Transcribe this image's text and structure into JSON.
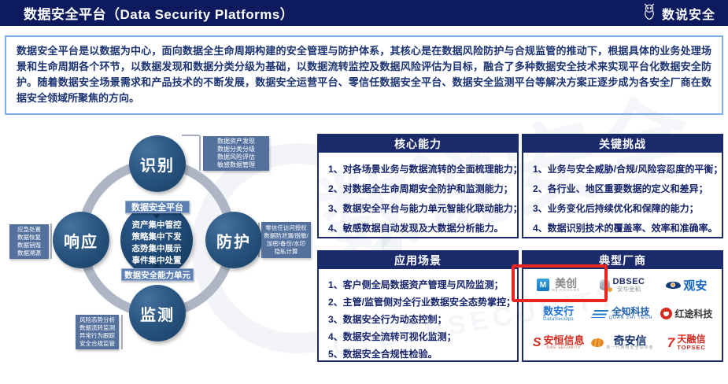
{
  "header": {
    "title": "数据安全平台（Data Security Platforms）",
    "brand": "数说安全"
  },
  "intro": "数据安全平台是以数据为中心，面向数据全生命周期构建的安全管理与防护体系，其核心是在数据风险防护与合规监管的推动下，根据具体的业务处理场景和生命周期各个环节，以数据发现和数据分类分级为基础，以数据流转监控及数据风险评估为目标，融合了多种数据安全技术来实现平台化数据安全防护。随着数据安全场景需求和产品技术的不断发展，数据安全运营平台、零信任数据安全平台、数据安全监测平台等解决方案正逐步成为各安全厂商在数据安全领域所聚焦的方向。",
  "diagram": {
    "nodes": {
      "top": "识别",
      "right": "防护",
      "bottom": "监测",
      "left": "响应"
    },
    "center": {
      "platform_label": "数据安全平台",
      "items": [
        "资产集中管控",
        "策略集中下发",
        "态势集中展示",
        "事件集中处置"
      ],
      "unit_label": "数据安全能力单元"
    },
    "callouts": {
      "identify": [
        "数据资产发现",
        "数据分类分级",
        "数据风险评估",
        "敏感数据管理"
      ],
      "protect": [
        "零信任访问授权",
        "数据防泄漏/脱敏/",
        "加密/备份/水印",
        "隐私计算"
      ],
      "respond": [
        "应急处置",
        "数据恢复",
        "数据销毁",
        "数据溯源"
      ],
      "monitor": [
        "风险态势分析",
        "数据流转监测",
        "异常行为跟踪",
        "安全合规监管"
      ]
    }
  },
  "panels": {
    "core": {
      "title": "核心能力",
      "items": [
        "1、对各场景业务与数据流转的全面梳理能力；",
        "2、对数据全生命周期安全防护和监测能力；",
        "3、数据安全平台与能力单元智能化联动能力；",
        "4、敏感数据自动发现及大数据分析能力。"
      ]
    },
    "challenges": {
      "title": "关键挑战",
      "items": [
        "1、业务与安全威胁/合规/风险容忍度的平衡；",
        "2、各行业、地区重要数据的定义和差异；",
        "3、业务变化后持续优化和保障的能力；",
        "4、数据识别技术的覆盖率、效率和准确率。"
      ]
    },
    "scenarios": {
      "title": "应用场景",
      "items": [
        "1、客户侧全局数据资产管理与风险监测；",
        "2、主管/监管侧对全行业数据安全态势掌控；",
        "3、数据安全行为动态控制；",
        "4、数据安全流转可视化监测；",
        "5、数据安全合规性检验。"
      ]
    },
    "vendors": {
      "title": "典型厂商",
      "logos": [
        {
          "name": "美创",
          "sub": "MEICHUANG"
        },
        {
          "name": "DBSEC",
          "sub": "安华金和"
        },
        {
          "name": "观安",
          "sub": ""
        },
        {
          "name": "数安行",
          "sub": "DataSecOps"
        },
        {
          "name": "全知科技",
          "sub": "QUAN ZHI TECH"
        },
        {
          "name": "红途科技",
          "sub": ""
        },
        {
          "name": "安恒信息",
          "sub": "DAS-SECURITY"
        },
        {
          "name": "奇安信",
          "sub": "新一代网络安全领导者"
        },
        {
          "name": "天融信",
          "sub": "TOPSEC"
        }
      ]
    }
  },
  "watermark": {
    "cn": "数说安全",
    "en": "CYBERSECURITY"
  },
  "colors": {
    "header_bg": "#0d1b5e",
    "panel_navy": "#1b2a6b",
    "callout_blue": "#54719e",
    "node_blue": "#1b4878",
    "ring_gray": "#aeb6c6",
    "intro_border": "#7db0e8",
    "highlight_red": "#e8251f"
  }
}
